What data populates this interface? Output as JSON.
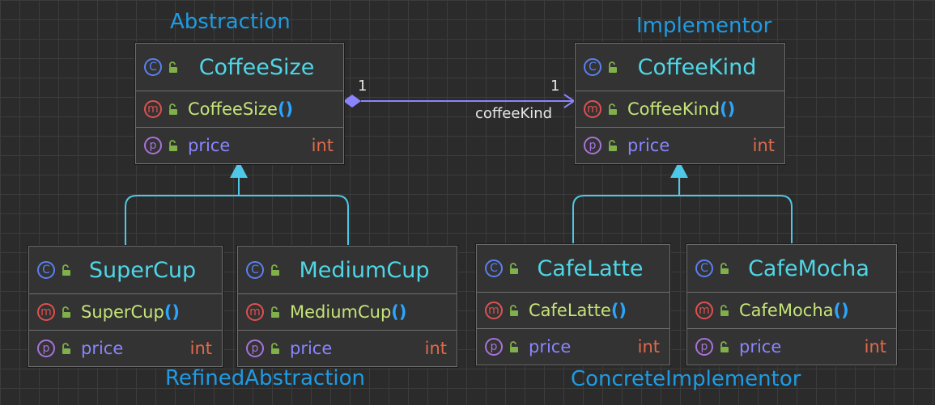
{
  "roles": {
    "abstraction": "Abstraction",
    "implementor": "Implementor",
    "refined_abstraction": "RefinedAbstraction",
    "concrete_implementor": "ConcreteImplementor"
  },
  "classes": {
    "coffee_size": {
      "name": "CoffeeSize",
      "method": "CoffeeSize",
      "method_parens": "()",
      "field": "price",
      "field_type": "int"
    },
    "coffee_kind": {
      "name": "CoffeeKind",
      "method": "CoffeeKind",
      "method_parens": "()",
      "field": "price",
      "field_type": "int"
    },
    "super_cup": {
      "name": "SuperCup",
      "method": "SuperCup",
      "method_parens": "()",
      "field": "price",
      "field_type": "int"
    },
    "medium_cup": {
      "name": "MediumCup",
      "method": "MediumCup",
      "method_parens": "()",
      "field": "price",
      "field_type": "int"
    },
    "cafe_latte": {
      "name": "CafeLatte",
      "method": "CafeLatte",
      "method_parens": "()",
      "field": "price",
      "field_type": "int"
    },
    "cafe_mocha": {
      "name": "CafeMocha",
      "method": "CafeMocha",
      "method_parens": "()",
      "field": "price",
      "field_type": "int"
    }
  },
  "icons": {
    "class": "C",
    "method": "m",
    "property": "p"
  },
  "association": {
    "source_multiplicity": "1",
    "target_multiplicity": "1",
    "role_name": "coffeeKind"
  },
  "colors": {
    "role_text": "#1e9be3",
    "class_name": "#4fd6e6",
    "method_name": "#c5e478",
    "property_name": "#8a85ff",
    "type_name": "#e26a4a",
    "inheritance_line": "#4fc7e6",
    "association_line": "#8a85ff"
  }
}
